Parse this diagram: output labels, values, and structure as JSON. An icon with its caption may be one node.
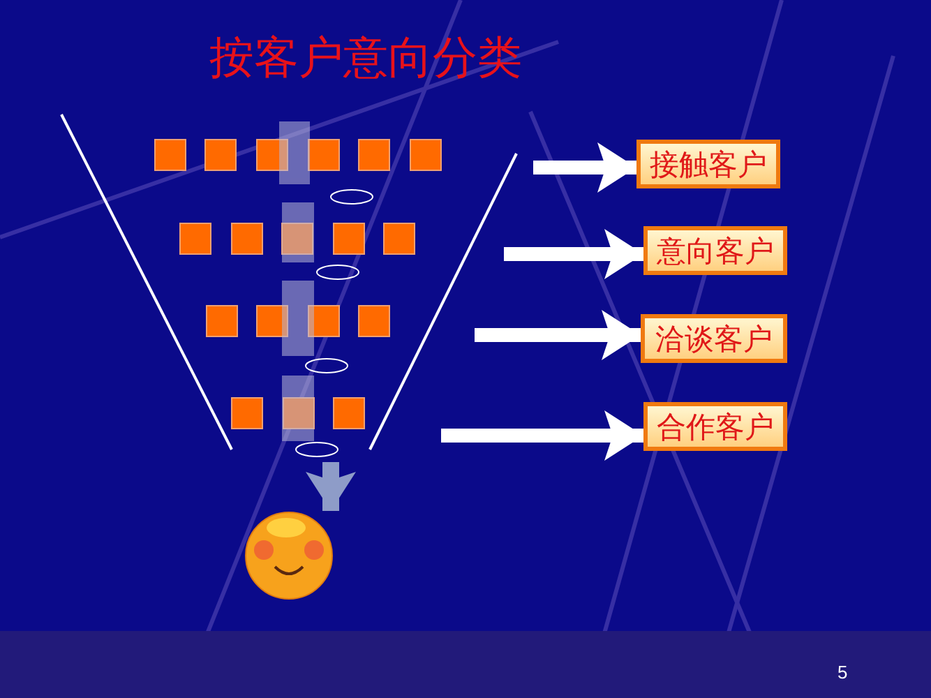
{
  "diagram": {
    "title": "按客户意向分类",
    "nodes": [
      {
        "text": [
          "接触客户"
        ]
      },
      {
        "text": [
          "意向客户"
        ]
      },
      {
        "text": [
          "洽谈客户"
        ]
      },
      {
        "text": [
          "合作客户"
        ]
      },
      {
        "text": [],
        "shape": "picture"
      }
    ],
    "edges": [
      {
        "from": null,
        "to": 0,
        "arrow": "to"
      },
      {
        "from": null,
        "to": 1,
        "arrow": "to"
      },
      {
        "from": null,
        "to": 2,
        "arrow": "to"
      },
      {
        "from": null,
        "to": 3,
        "arrow": "to"
      },
      {
        "from": null,
        "to": 4,
        "arrow": "to",
        "color": "#8e9cc8"
      }
    ],
    "labels": [
      "5"
    ]
  }
}
